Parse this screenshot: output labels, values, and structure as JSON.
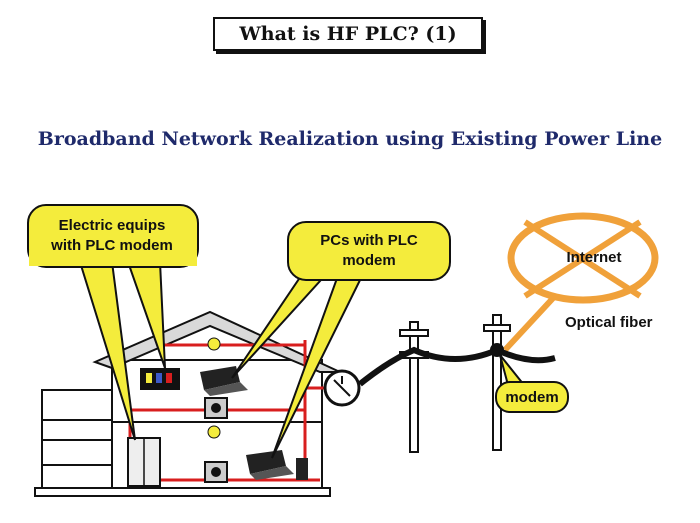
{
  "title": "What is HF PLC? (1)",
  "subtitle": "Broadband Network Realization using Existing Power Line",
  "callouts": {
    "electric": {
      "line1": "Electric equips",
      "line2": "with PLC modem"
    },
    "pcs": {
      "line1": "PCs with PLC",
      "line2": "modem"
    },
    "modem": "modem"
  },
  "labels": {
    "internet": "Internet",
    "optical_fiber": "Optical fiber"
  },
  "colors": {
    "callout_fill": "#f4ec3c",
    "power_line": "#d81e1e",
    "fiber": "#f0a13a",
    "roof": "#d9d9d9",
    "title_text": "#1f2a6b"
  }
}
